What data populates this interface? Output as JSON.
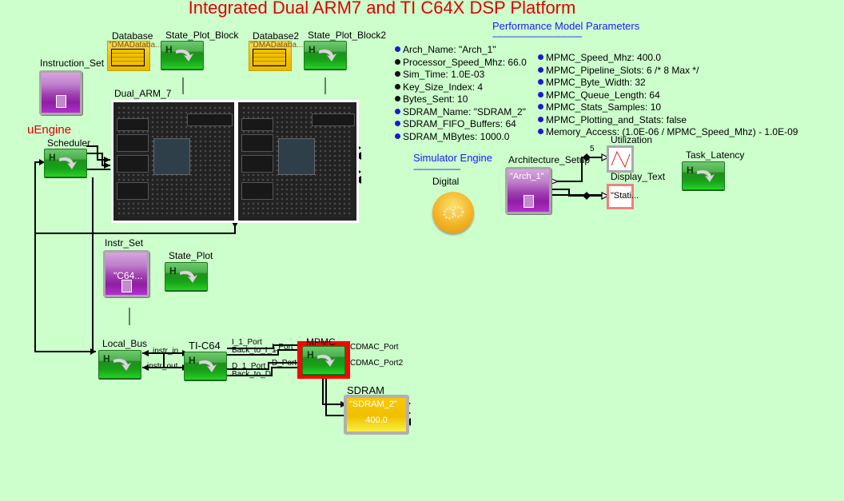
{
  "title": "Integrated Dual ARM7 and TI C64X DSP Platform",
  "blocks": {
    "database": {
      "label": "Database",
      "value": "\"DMADataba..."
    },
    "state_plot_block": {
      "label": "State_Plot_Block"
    },
    "database2": {
      "label": "Database2",
      "value": "\"DMADataba..."
    },
    "state_plot_block2": {
      "label": "State_Plot_Block2"
    },
    "instruction_set": {
      "label": "Instruction_Set"
    },
    "dual_arm_7": {
      "label": "Dual_ARM_7"
    },
    "uengine": {
      "label": "uEngine"
    },
    "scheduler": {
      "label": "Scheduler"
    },
    "instr_set": {
      "label": "Instr_Set",
      "value": "\"C64..."
    },
    "state_plot": {
      "label": "State_Plot"
    },
    "local_bus": {
      "label": "Local_Bus"
    },
    "ti_c64": {
      "label": "TI-C64"
    },
    "mpmc": {
      "label": "MPMC"
    },
    "sdram": {
      "label": "SDRAM",
      "name_value": "\"SDRAM_2\"",
      "speed_value": "400.0"
    },
    "architecture_setup": {
      "label": "Architecture_Setup",
      "value": "\"Arch_1\""
    },
    "utilization": {
      "label": "Utilization"
    },
    "display_text": {
      "label": "Display_Text",
      "value": "\"Stati..."
    },
    "task_latency": {
      "label": "Task_Latency"
    },
    "simulator_engine": {
      "label": "Simulator Engine",
      "separator": "----------------------",
      "type": "Digital"
    }
  },
  "ports": {
    "instr_in": "instr_in",
    "instr_out": "instr_out",
    "i_1_port": "I_1_Port",
    "back_to_i": "Back_to_I_1",
    "i_port": "I_Port",
    "d_1_port": "D_1_Port",
    "back_to_d": "Back_to_D",
    "d_port": "D_Port",
    "cdmac_port": "CDMAC_Port",
    "cdmac_port2": "CDMAC_Port2",
    "arch_fanout": "5"
  },
  "parameters": {
    "heading": "Performance Model Parameters",
    "separator": "------------------------------------------",
    "left": [
      "Arch_Name: \"Arch_1\"",
      "Processor_Speed_Mhz: 66.0",
      "Sim_Time: 1.0E-03",
      "Key_Size_Index: 4",
      "Bytes_Sent: 10",
      "SDRAM_Name: \"SDRAM_2\"",
      "SDRAM_FIFO_Buffers: 64",
      "SDRAM_MBytes: 1000.0"
    ],
    "right": [
      "MPMC_Speed_Mhz: 400.0",
      "MPMC_Pipeline_Slots: 6 /* 8 Max */",
      "MPMC_Byte_Width: 32",
      "MPMC_Queue_Length: 64",
      "MPMC_Stats_Samples: 10",
      "MPMC_Plotting_and_Stats: false",
      "Memory_Access: (1.0E-06 / MPMC_Speed_Mhz) - 1.0E-09"
    ]
  },
  "colors": {
    "background": "#ccffcc",
    "title": "#e00000",
    "accent_blue": "#1a1aff"
  }
}
